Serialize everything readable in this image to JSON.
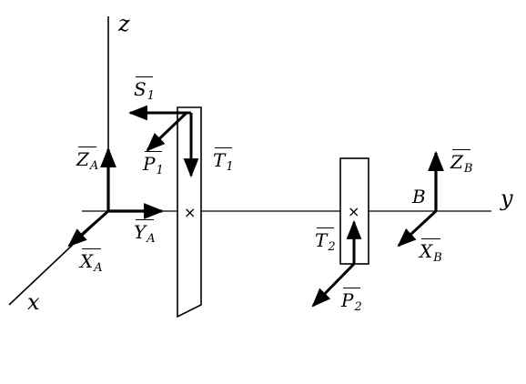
{
  "axes": {
    "x": "x",
    "y": "y",
    "z": "z"
  },
  "points": {
    "B": "B"
  },
  "forces": {
    "S1": {
      "letter": "S",
      "sub": "1"
    },
    "P1": {
      "letter": "P",
      "sub": "1"
    },
    "T1": {
      "letter": "T",
      "sub": "1"
    },
    "T2": {
      "letter": "T",
      "sub": "2"
    },
    "P2": {
      "letter": "P",
      "sub": "2"
    },
    "ZA": {
      "letter": "Z",
      "sub": "A"
    },
    "YA": {
      "letter": "Y",
      "sub": "A"
    },
    "XA": {
      "letter": "X",
      "sub": "A"
    },
    "ZB": {
      "letter": "Z",
      "sub": "B"
    },
    "XB": {
      "letter": "X",
      "sub": "B"
    }
  },
  "center_marks": [
    "×",
    "×"
  ]
}
